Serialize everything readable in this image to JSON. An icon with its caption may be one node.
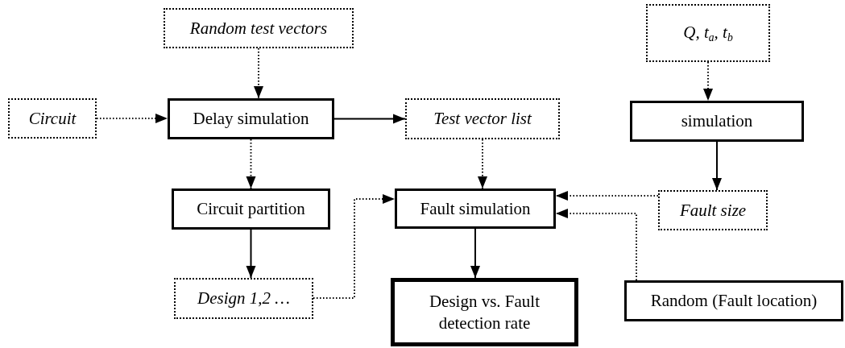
{
  "diagram": {
    "nodes": [
      {
        "text": [
          "Random test vectors"
        ]
      },
      {
        "text": [
          "Circuit"
        ]
      },
      {
        "text": [
          "Delay simulation"
        ]
      },
      {
        "text": [
          "Test vector list"
        ]
      },
      {
        "text": [
          "Q, t$_{a}$, t$_{b}$"
        ]
      },
      {
        "text": [
          "simulation"
        ]
      },
      {
        "text": [
          "Circuit partition"
        ]
      },
      {
        "text": [
          "Fault simulation"
        ]
      },
      {
        "text": [
          "Fault size"
        ]
      },
      {
        "text": [
          "Design 1,2 …"
        ]
      },
      {
        "text": [
          "Design vs. Fault detection rate"
        ]
      },
      {
        "text": [
          "Random (Fault location)"
        ]
      }
    ],
    "edges": [
      {
        "from": 0,
        "to": 2,
        "arrow": "to",
        "style": "dashed"
      },
      {
        "from": 1,
        "to": 2,
        "arrow": "to",
        "style": "dashed"
      },
      {
        "from": 2,
        "to": 3,
        "arrow": "to"
      },
      {
        "from": 2,
        "to": 6,
        "arrow": "to",
        "style": "dashed"
      },
      {
        "from": 3,
        "to": 7,
        "arrow": "to",
        "style": "dashed"
      },
      {
        "from": 4,
        "to": 5,
        "arrow": "to",
        "style": "dashed"
      },
      {
        "from": 5,
        "to": 8,
        "arrow": "to"
      },
      {
        "from": 6,
        "to": 9,
        "arrow": "to"
      },
      {
        "from": 8,
        "to": 7,
        "arrow": "to",
        "style": "dashed"
      },
      {
        "from": 11,
        "to": 7,
        "arrow": "to",
        "style": "dashed"
      },
      {
        "from": 9,
        "to": 7,
        "arrow": "to",
        "style": "dashed"
      },
      {
        "from": 7,
        "to": 10,
        "arrow": "to"
      }
    ]
  }
}
